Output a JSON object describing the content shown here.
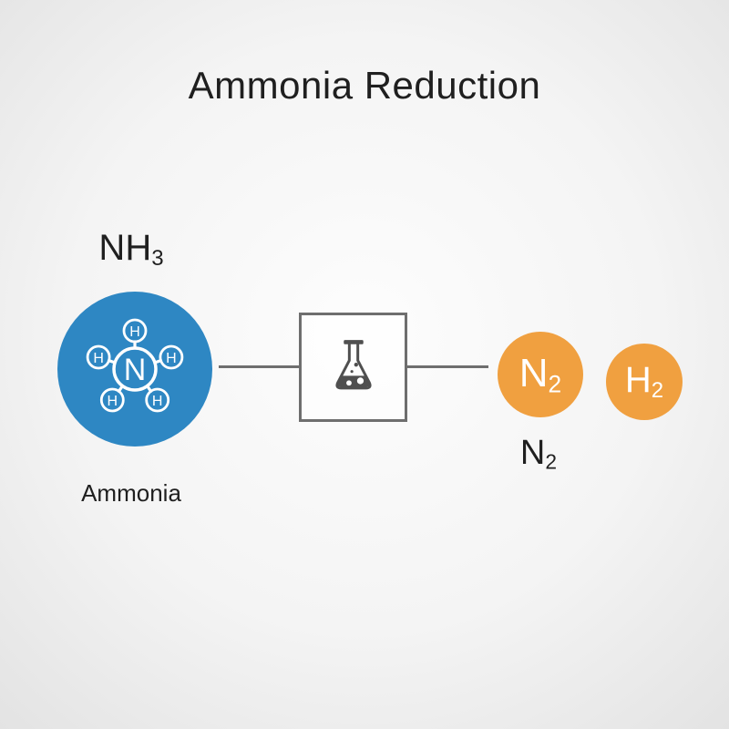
{
  "title": "Ammonia Reduction",
  "colors": {
    "reactant_blue": "#2E87C3",
    "product_orange": "#F0A040",
    "connector_gray": "#6E6E6E",
    "flask_gray": "#4F4F4F",
    "text_dark": "#1F1F1F",
    "atom_white": "#FFFFFF"
  },
  "reactant": {
    "formula": {
      "main": "NH",
      "sub": "3"
    },
    "name": "Ammonia",
    "molecule": {
      "center_atom": "N",
      "hydrogen_atom": "H"
    }
  },
  "products": [
    {
      "symbol": "N",
      "sub": "2"
    },
    {
      "symbol": "H",
      "sub": "2"
    }
  ],
  "product_label": {
    "main": "N",
    "sub": "2"
  }
}
